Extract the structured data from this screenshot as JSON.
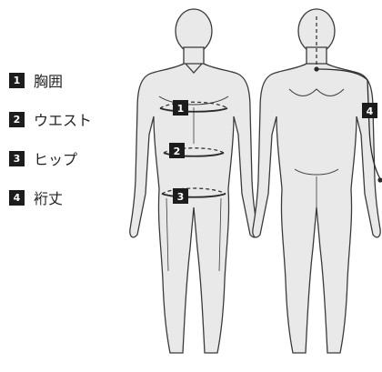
{
  "legend": {
    "items": [
      {
        "number": "1",
        "label": "胸囲"
      },
      {
        "number": "2",
        "label": "ウエスト"
      },
      {
        "number": "3",
        "label": "ヒップ"
      },
      {
        "number": "4",
        "label": "裄丈"
      }
    ]
  },
  "markers": {
    "chest": "1",
    "waist": "2",
    "hip": "3",
    "yuki": "4"
  },
  "colors": {
    "body_fill": "#e9e9e9",
    "outline": "#3a3a3a",
    "badge": "#1c1c1c"
  }
}
